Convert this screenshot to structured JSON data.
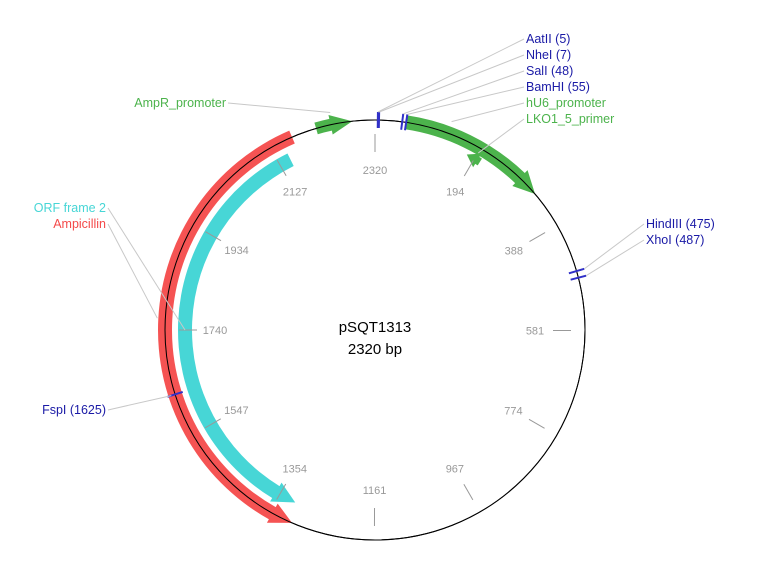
{
  "plasmid": {
    "name": "pSQT1313",
    "length_label": "2320 bp",
    "length": 2320
  },
  "colors": {
    "backbone": "#000000",
    "tick": "#999999",
    "tick_label": "#999999",
    "site": "#1a1aa6",
    "site_mark": "#3030c8",
    "leader": "#c8c8c8",
    "feature_green": "#4cb34c",
    "feature_red": "#f44a4a",
    "feature_cyan": "#47d6d6"
  },
  "ticks": [
    {
      "label": "2320",
      "pos": 0
    },
    {
      "label": "194",
      "pos": 194
    },
    {
      "label": "388",
      "pos": 388
    },
    {
      "label": "581",
      "pos": 581
    },
    {
      "label": "774",
      "pos": 774
    },
    {
      "label": "967",
      "pos": 967
    },
    {
      "label": "1161",
      "pos": 1161
    },
    {
      "label": "1354",
      "pos": 1354
    },
    {
      "label": "1547",
      "pos": 1547
    },
    {
      "label": "1740",
      "pos": 1740
    },
    {
      "label": "1934",
      "pos": 1934
    },
    {
      "label": "2127",
      "pos": 2127
    }
  ],
  "sites": [
    {
      "label": "AatII (5)",
      "pos": 5
    },
    {
      "label": "NheI (7)",
      "pos": 7
    },
    {
      "label": "SalI (48)",
      "pos": 48
    },
    {
      "label": "BamHI (55)",
      "pos": 55
    },
    {
      "label": "HindIII (475)",
      "pos": 475
    },
    {
      "label": "XhoI (487)",
      "pos": 487
    },
    {
      "label": "FspI (1625)",
      "pos": 1625
    }
  ],
  "features": [
    {
      "label": "hU6_promoter",
      "color": "green",
      "start": 55,
      "end": 320,
      "strand": 1
    },
    {
      "label": "LKO1_5_primer",
      "color": "green",
      "start": 178,
      "end": 206,
      "strand": -1
    },
    {
      "label": "AmpR_promoter",
      "color": "green",
      "start": 2215,
      "end": 2280,
      "strand": 1
    },
    {
      "label": "Ampicillin",
      "color": "red",
      "start": 1310,
      "end": 2170,
      "strand": -1
    },
    {
      "label": "ORF frame 2",
      "color": "cyan",
      "start": 1320,
      "end": 2150,
      "strand": -1
    }
  ]
}
